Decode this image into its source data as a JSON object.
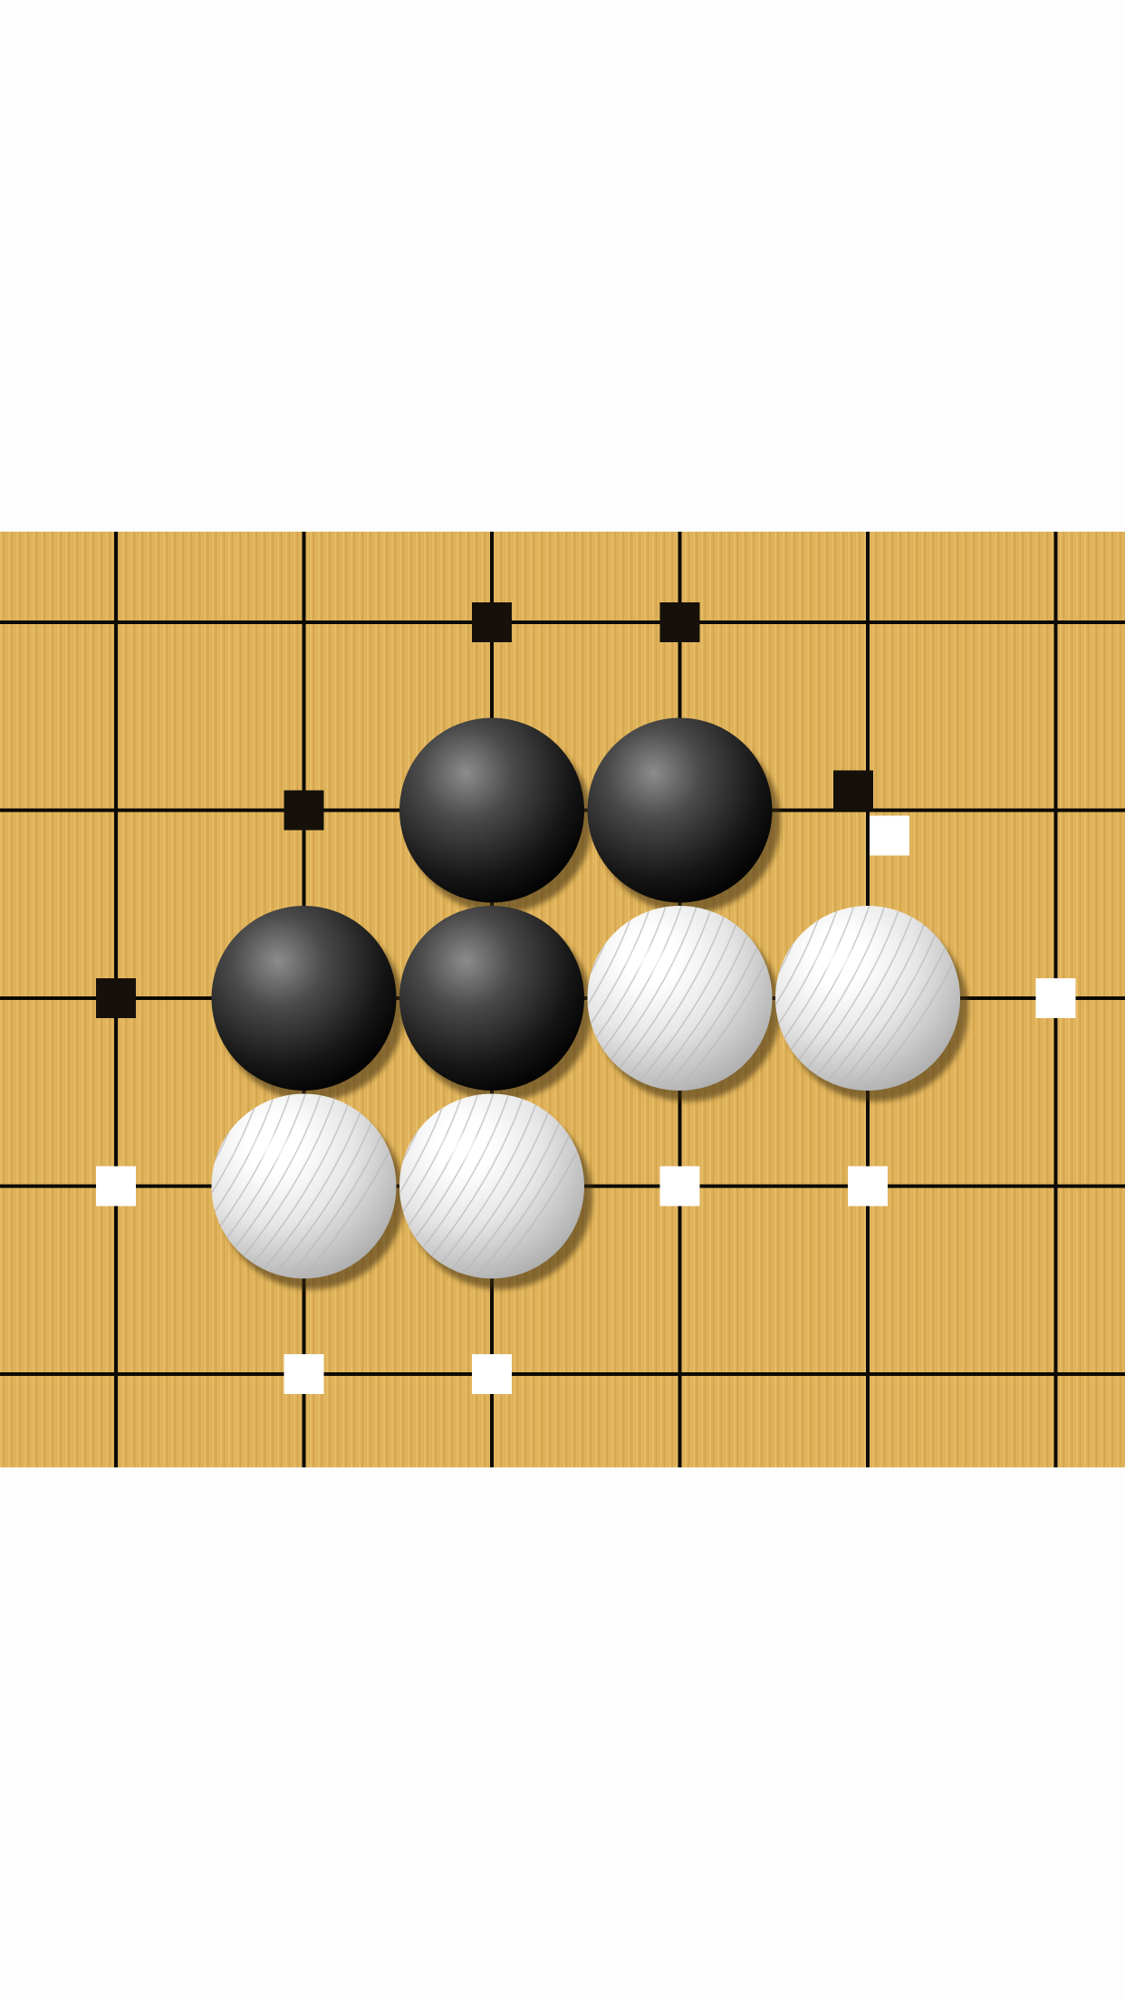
{
  "board": {
    "colors": {
      "wood": "#dcae55",
      "wood_light": "#e9c16a",
      "wood_dark": "#c99a45",
      "line": "#0d0a05",
      "black_marker": "#15110a",
      "white_marker": "#ffffff"
    },
    "cols": [
      0,
      1,
      2,
      3,
      4,
      5
    ],
    "rows": [
      0,
      1,
      2,
      3,
      4
    ],
    "stones": [
      {
        "color": "black",
        "col": 2,
        "row": 1
      },
      {
        "color": "black",
        "col": 3,
        "row": 1
      },
      {
        "color": "black",
        "col": 1,
        "row": 2
      },
      {
        "color": "black",
        "col": 2,
        "row": 2
      },
      {
        "color": "white",
        "col": 3,
        "row": 2
      },
      {
        "color": "white",
        "col": 4,
        "row": 2
      },
      {
        "color": "white",
        "col": 1,
        "row": 3
      },
      {
        "color": "white",
        "col": 2,
        "row": 3
      }
    ],
    "markers": [
      {
        "color": "black",
        "col": 2,
        "row": 0
      },
      {
        "color": "black",
        "col": 3,
        "row": 0
      },
      {
        "color": "black",
        "col": 1,
        "row": 1
      },
      {
        "color": "black",
        "col": 4,
        "row": 1
      },
      {
        "color": "white",
        "col": 4,
        "row": 1
      },
      {
        "color": "black",
        "col": 0,
        "row": 2
      },
      {
        "color": "white",
        "col": 5,
        "row": 2
      },
      {
        "color": "white",
        "col": 0,
        "row": 3
      },
      {
        "color": "white",
        "col": 3,
        "row": 3
      },
      {
        "color": "white",
        "col": 4,
        "row": 3
      },
      {
        "color": "white",
        "col": 1,
        "row": 4
      },
      {
        "color": "white",
        "col": 2,
        "row": 4
      }
    ]
  }
}
